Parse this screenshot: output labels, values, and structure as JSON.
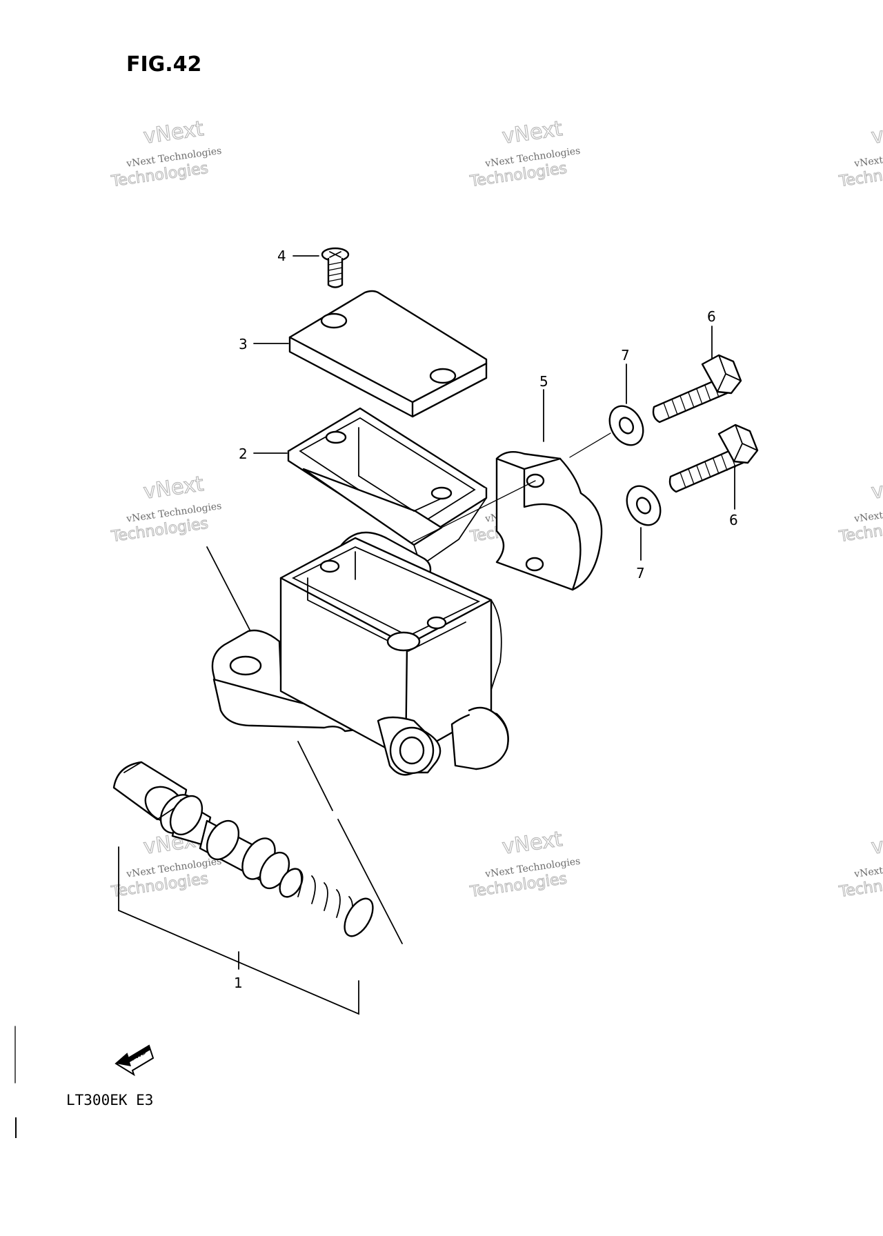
{
  "figure_title": "FIG.42",
  "model_code": "LT300EK  E3",
  "fwd_label": "FWD",
  "part_labels": {
    "p1": "1",
    "p2": "2",
    "p3": "3",
    "p4": "4",
    "p5": "5",
    "p6a": "6",
    "p6b": "6",
    "p7a": "7",
    "p7b": "7"
  },
  "watermark": {
    "line": "vNext Technologies",
    "big1": "vNext",
    "big2": "Technologies"
  }
}
